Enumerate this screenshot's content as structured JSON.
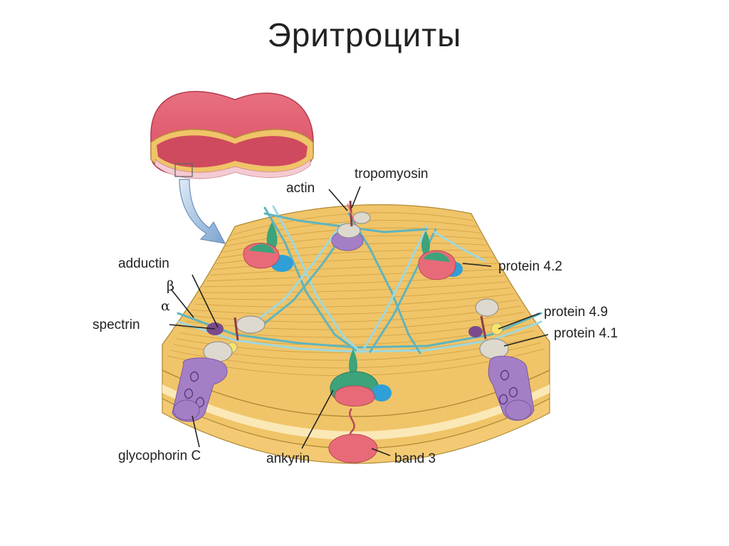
{
  "title": "Эритроциты",
  "colors": {
    "membrane": "#f0c468",
    "membrane_line": "#c79a3c",
    "cell_red": "#e2566a",
    "cell_dark": "#c63e53",
    "spectrin": "#7cc8cf",
    "band3": "#e86a78",
    "ankyrin": "#3ca37b",
    "glycophorin": "#a57fc6",
    "protein42": "#2f9fd7",
    "protein41": "#ddd9cf",
    "actin": "#8a3d4b"
  },
  "labels": {
    "actin": "actin",
    "tropomyosin": "tropomyosin",
    "adductin": "adductin",
    "beta": "β",
    "alpha": "α",
    "spectrin": "spectrin",
    "protein42": "protein 4.2",
    "protein49": "protein 4.9",
    "protein41": "protein 4.1",
    "glycophorin": "glycophorin C",
    "ankyrin": "ankyrin",
    "band3": "band 3"
  }
}
